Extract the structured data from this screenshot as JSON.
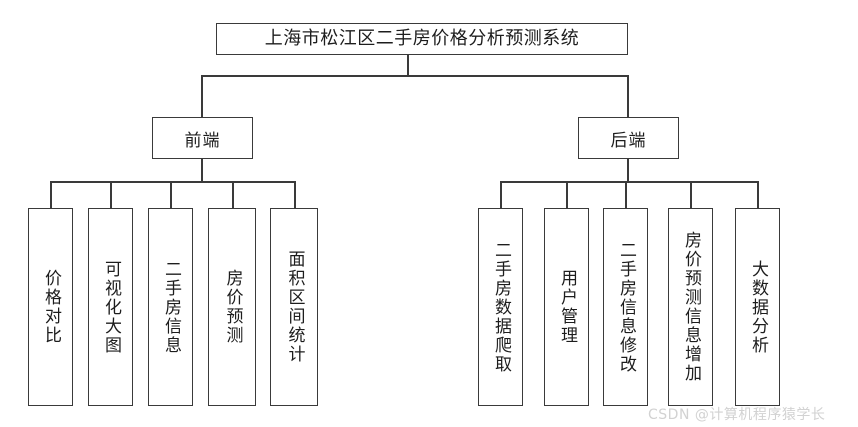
{
  "diagram": {
    "type": "tree",
    "root": {
      "label": "上海市松江区二手房价格分析预测系统"
    },
    "branches": [
      {
        "label": "前端",
        "leaves": [
          {
            "label": "价格对比"
          },
          {
            "label": "可视化大图"
          },
          {
            "label": "二手房信息"
          },
          {
            "label": "房价预测"
          },
          {
            "label": "面积区间统计"
          }
        ]
      },
      {
        "label": "后端",
        "leaves": [
          {
            "label": "二手房数据爬取"
          },
          {
            "label": "用户管理"
          },
          {
            "label": "二手房信息修改"
          },
          {
            "label": "房价预测信息增加"
          },
          {
            "label": "大数据分析"
          }
        ]
      }
    ]
  },
  "watermark": {
    "text": "CSDN @计算机程序猿学长"
  },
  "colors": {
    "stroke": "#3a3a3a",
    "text": "#1d1d1d",
    "background": "#ffffff",
    "watermark": "#d2d2d2"
  }
}
